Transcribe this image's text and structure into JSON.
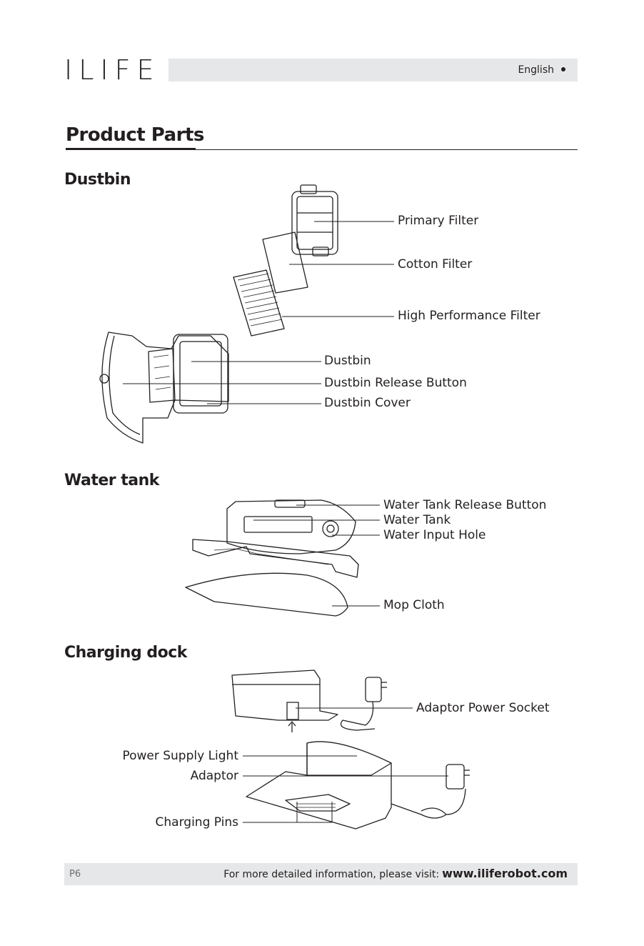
{
  "header": {
    "logo": "ILIFE",
    "language": "English"
  },
  "page_title": "Product Parts",
  "sections": {
    "dustbin": {
      "title": "Dustbin",
      "labels": [
        "Primary Filter",
        "Cotton Filter",
        "High Performance Filter",
        "Dustbin",
        "Dustbin Release Button",
        "Dustbin Cover"
      ]
    },
    "water_tank": {
      "title": "Water tank",
      "labels": [
        "Water Tank Release Button",
        "Water Tank",
        "Water Input Hole",
        "Mop Cloth"
      ]
    },
    "charging_dock": {
      "title": "Charging dock",
      "labels": [
        "Adaptor Power Socket",
        "Power Supply Light",
        "Adaptor",
        "Charging Pins"
      ]
    }
  },
  "footer": {
    "page_number": "P6",
    "note": "For more detailed information, please visit:",
    "url": "www.iliferobot.com"
  }
}
